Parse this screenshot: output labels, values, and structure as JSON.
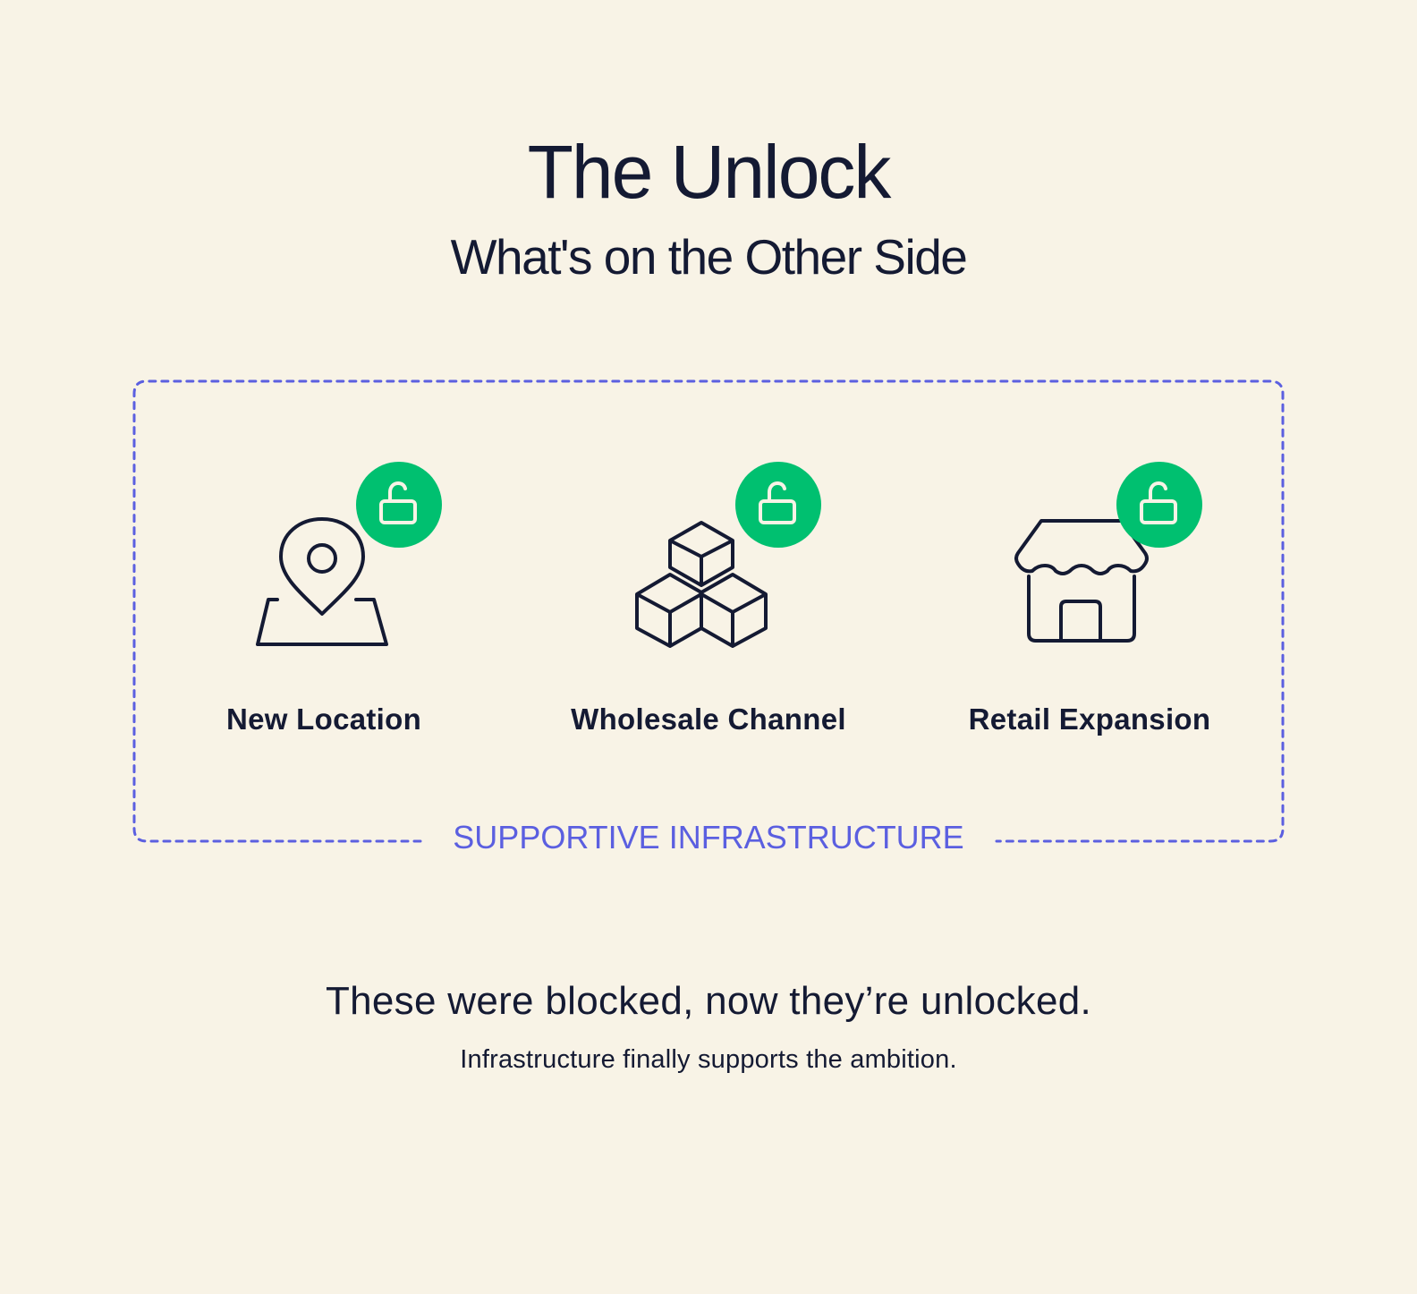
{
  "header": {
    "title": "The Unlock",
    "subtitle": "What's on the Other Side"
  },
  "frame": {
    "label": "SUPPORTIVE INFRASTRUCTURE",
    "border_color": "#5B5FE0"
  },
  "cards": [
    {
      "label": "New Location",
      "icon": "map-pin-icon",
      "badge_icon": "unlock-icon"
    },
    {
      "label": "Wholesale Channel",
      "icon": "cubes-icon",
      "badge_icon": "unlock-icon"
    },
    {
      "label": "Retail Expansion",
      "icon": "storefront-icon",
      "badge_icon": "unlock-icon"
    }
  ],
  "footer": {
    "headline": "These were blocked, now they’re unlocked.",
    "subline": "Infrastructure finally supports the ambition."
  },
  "colors": {
    "background": "#F8F3E6",
    "text": "#141A33",
    "accent": "#5B5FE0",
    "unlock_badge": "#00C070"
  }
}
